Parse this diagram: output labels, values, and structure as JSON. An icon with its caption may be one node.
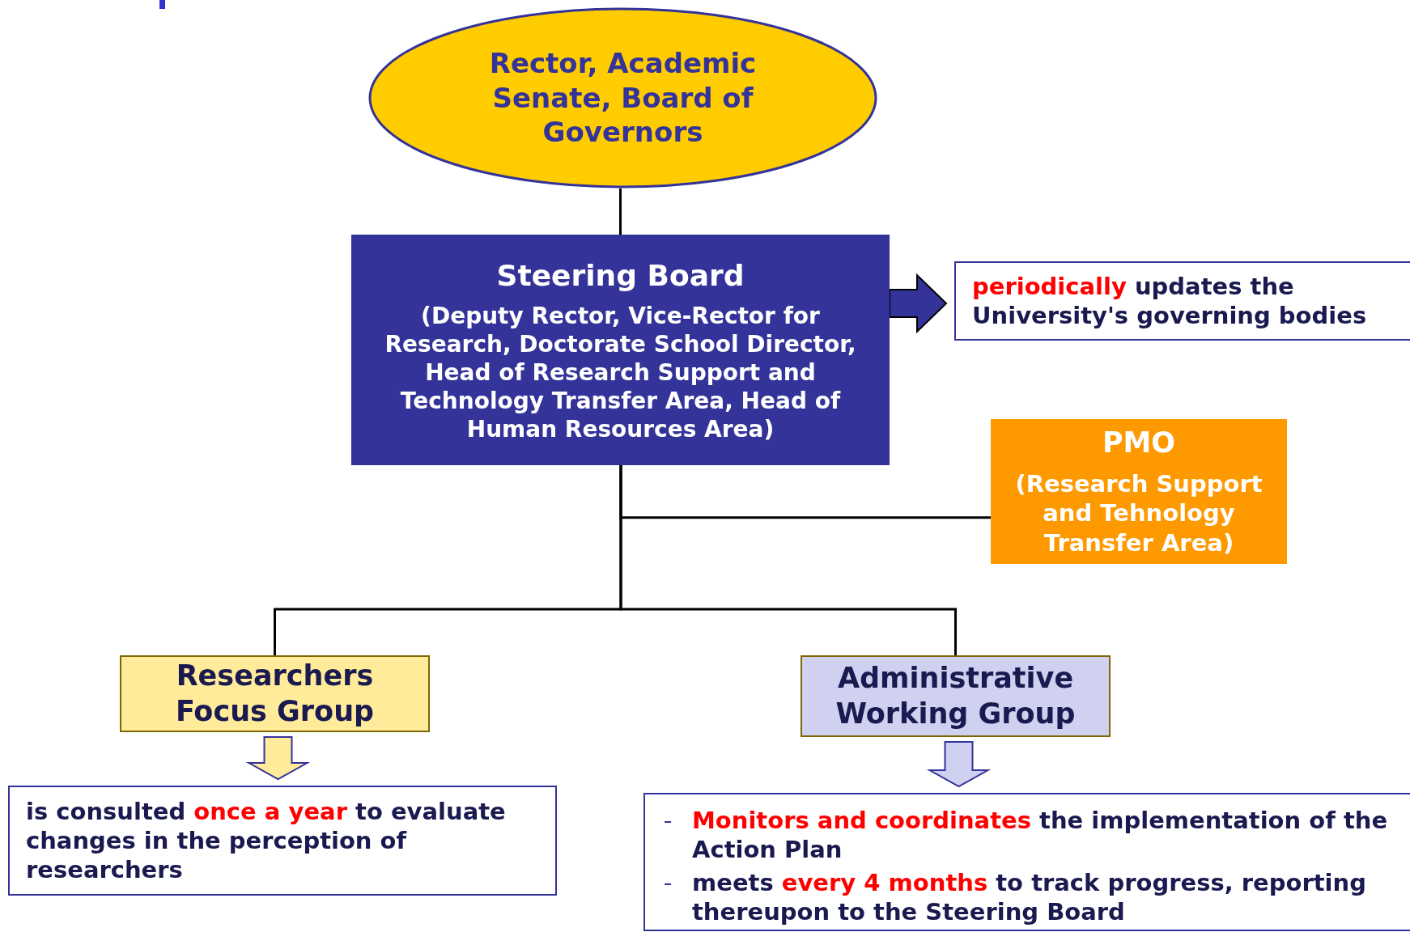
{
  "diagram": {
    "nodes": [
      {
        "text": [
          "Rector, Academic Senate, Board of Governors"
        ]
      },
      {
        "text": [
          "Steering Board",
          "(Deputy Rector, Vice-Rector for Research, Doctorate School Director, Head  of Research Support and Technology Transfer Area, Head of Human Resources Area)"
        ]
      },
      {
        "text": [
          "**periodically** updates the University's governing bodies"
        ]
      },
      {
        "text": [
          "PMO",
          "(Research Support and Tehnology Transfer Area)"
        ]
      },
      {
        "text": [
          "Researchers Focus Group"
        ]
      },
      {
        "text": [
          "Administrative Working Group"
        ]
      },
      {
        "text": [
          "is consulted **once a year** to evaluate changes in the perception of researchers"
        ]
      },
      {
        "text": [
          "**Monitors and coordinates**  the implementation of the Action Plan",
          "meets **every 4 months** to track progress, reporting thereupon to the Steering Board"
        ]
      }
    ],
    "edges": [
      {
        "from": 0,
        "to": 1,
        "arrow": "none"
      },
      {
        "from": 1,
        "to": 3,
        "arrow": "none"
      },
      {
        "from": 1,
        "to": 4,
        "arrow": "none"
      },
      {
        "from": 1,
        "to": 5,
        "arrow": "none"
      },
      {
        "from": 1,
        "to": 2,
        "arrow": "to",
        "style": "thick",
        "color": "#333399"
      },
      {
        "from": 4,
        "to": 6,
        "arrow": "to",
        "style": "thick",
        "color": "#ffeb99"
      },
      {
        "from": 5,
        "to": 7,
        "arrow": "to",
        "style": "thick",
        "color": "#d0d0f0"
      }
    ]
  }
}
